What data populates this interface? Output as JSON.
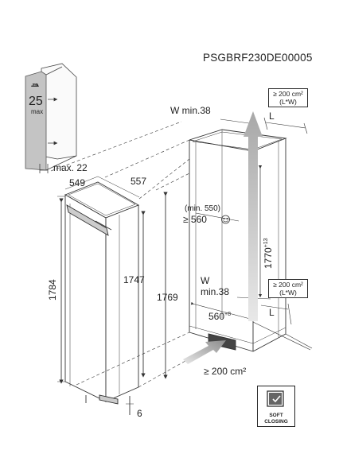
{
  "document": {
    "code": "PSGBRF230DE00005"
  },
  "inset": {
    "label_top": "25",
    "label_bottom": "max",
    "max_depth": "max. 22"
  },
  "appliance": {
    "width_dim": "549",
    "depth_dim": "557",
    "height_outer": "1784",
    "height_inner": "1747",
    "height_total": "1769",
    "plinth_dim": "6"
  },
  "niche": {
    "top_w": "W min.38",
    "top_l": "L",
    "top_vent": {
      "line1": "≥ 200 cm²",
      "line2": "(L*W)"
    },
    "inner_w_min": "(min. 550)",
    "inner_w": "≥ 560",
    "height": "1770",
    "height_tol": "+13",
    "bottom_w_label": "W",
    "bottom_w_min": "min.38",
    "bottom_l": "L",
    "bottom_vent": {
      "line1": "≥ 200 cm²",
      "line2": "(L*W)"
    },
    "width_bottom": "560",
    "width_bottom_tol": "+8",
    "floor_vent": "≥ 200 cm²"
  },
  "badge": {
    "line1": "SOFT",
    "line2": "CLOSING"
  },
  "colors": {
    "line": "#333333",
    "panel": "#c8c8c8",
    "arrow_light": "#d8d8d8",
    "arrow_dark": "#9a9a9a"
  }
}
